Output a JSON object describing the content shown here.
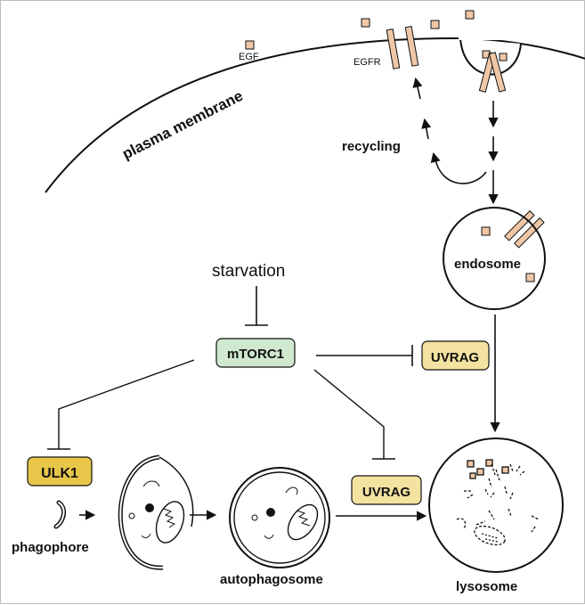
{
  "labels": {
    "plasma_membrane": "plasma membrane",
    "egf": "EGF",
    "egfr": "EGFR",
    "recycling": "recycling",
    "endosome": "endosome",
    "starvation": "starvation",
    "mtorc1": "mTORC1",
    "uvrag_top": "UVRAG",
    "ulk1": "ULK1",
    "uvrag_bottom": "UVRAG",
    "phagophore": "phagophore",
    "autophagosome": "autophagosome",
    "lysosome": "lysosome"
  },
  "colors": {
    "ligand_fill": "#f0c7a6",
    "receptor_fill": "#f0c7a6",
    "mtorc1_fill": "#cfe8cf",
    "uvrag_fill": "#f3e2a0",
    "ulk1_fill": "#e8c64a",
    "line": "#111111"
  }
}
